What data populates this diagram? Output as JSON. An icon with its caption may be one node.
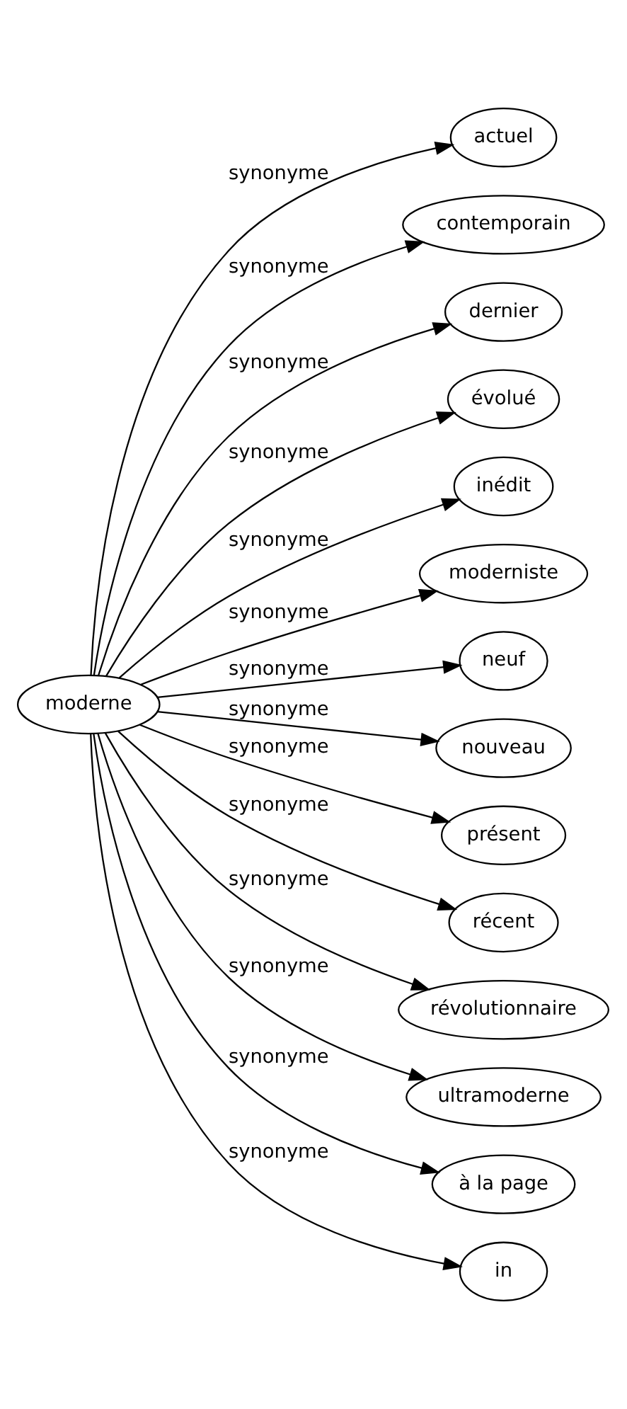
{
  "diagram": {
    "nodes": [
      {
        "text": [
          "moderne"
        ]
      },
      {
        "text": [
          "actuel"
        ]
      },
      {
        "text": [
          "contemporain"
        ]
      },
      {
        "text": [
          "dernier"
        ]
      },
      {
        "text": [
          "évolué"
        ]
      },
      {
        "text": [
          "inédit"
        ]
      },
      {
        "text": [
          "moderniste"
        ]
      },
      {
        "text": [
          "neuf"
        ]
      },
      {
        "text": [
          "nouveau"
        ]
      },
      {
        "text": [
          "présent"
        ]
      },
      {
        "text": [
          "récent"
        ]
      },
      {
        "text": [
          "révolutionnaire"
        ]
      },
      {
        "text": [
          "ultramoderne"
        ]
      },
      {
        "text": [
          "à la page"
        ]
      },
      {
        "text": [
          "in"
        ]
      }
    ],
    "edges": [
      {
        "from": 0,
        "to": 1,
        "arrow": "to",
        "label": "synonyme"
      },
      {
        "from": 0,
        "to": 2,
        "arrow": "to",
        "label": "synonyme"
      },
      {
        "from": 0,
        "to": 3,
        "arrow": "to",
        "label": "synonyme"
      },
      {
        "from": 0,
        "to": 4,
        "arrow": "to",
        "label": "synonyme"
      },
      {
        "from": 0,
        "to": 5,
        "arrow": "to",
        "label": "synonyme"
      },
      {
        "from": 0,
        "to": 6,
        "arrow": "to",
        "label": "synonyme"
      },
      {
        "from": 0,
        "to": 7,
        "arrow": "to",
        "label": "synonyme"
      },
      {
        "from": 0,
        "to": 8,
        "arrow": "to",
        "label": "synonyme"
      },
      {
        "from": 0,
        "to": 9,
        "arrow": "to",
        "label": "synonyme"
      },
      {
        "from": 0,
        "to": 10,
        "arrow": "to",
        "label": "synonyme"
      },
      {
        "from": 0,
        "to": 11,
        "arrow": "to",
        "label": "synonyme"
      },
      {
        "from": 0,
        "to": 12,
        "arrow": "to",
        "label": "synonyme"
      },
      {
        "from": 0,
        "to": 13,
        "arrow": "to",
        "label": "synonyme"
      },
      {
        "from": 0,
        "to": 14,
        "arrow": "to",
        "label": "synonyme"
      }
    ]
  }
}
